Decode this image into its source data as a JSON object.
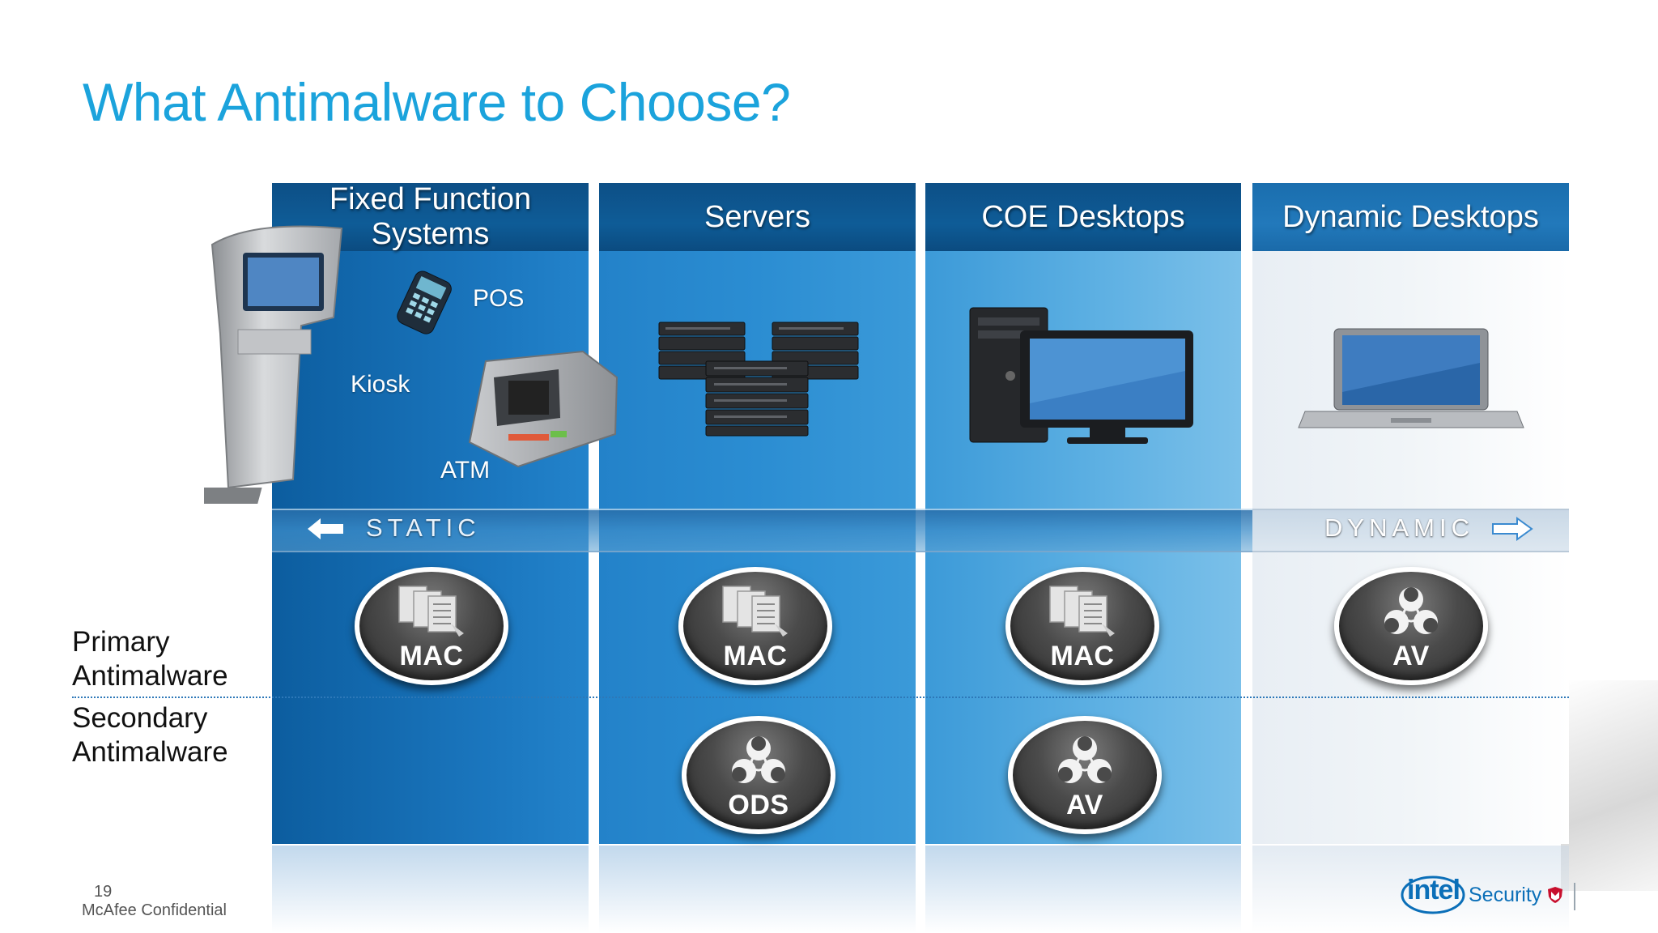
{
  "title": "What Antimalware to Choose?",
  "columns": [
    {
      "header": "Fixed Function\nSystems"
    },
    {
      "header": "Servers"
    },
    {
      "header": "COE Desktops"
    },
    {
      "header": "Dynamic Desktops"
    }
  ],
  "fixed_function_labels": {
    "pos": "POS",
    "kiosk": "Kiosk",
    "atm": "ATM"
  },
  "spectrum": {
    "left": "STATIC",
    "right": "DYNAMIC"
  },
  "rows": {
    "primary": "Primary\nAntimalware",
    "secondary": "Secondary\nAntimalware"
  },
  "primary_badges": [
    "MAC",
    "MAC",
    "MAC",
    "AV"
  ],
  "secondary_badges": [
    "ODS",
    "AV"
  ],
  "footer": {
    "page_number": "19",
    "confidential": "McAfee Confidential"
  },
  "brand": {
    "name": "intel",
    "product": "Security"
  },
  "colors": {
    "title": "#1ba3dc",
    "header_bg": "#0d4f86",
    "badge": "#4b4b4b"
  }
}
